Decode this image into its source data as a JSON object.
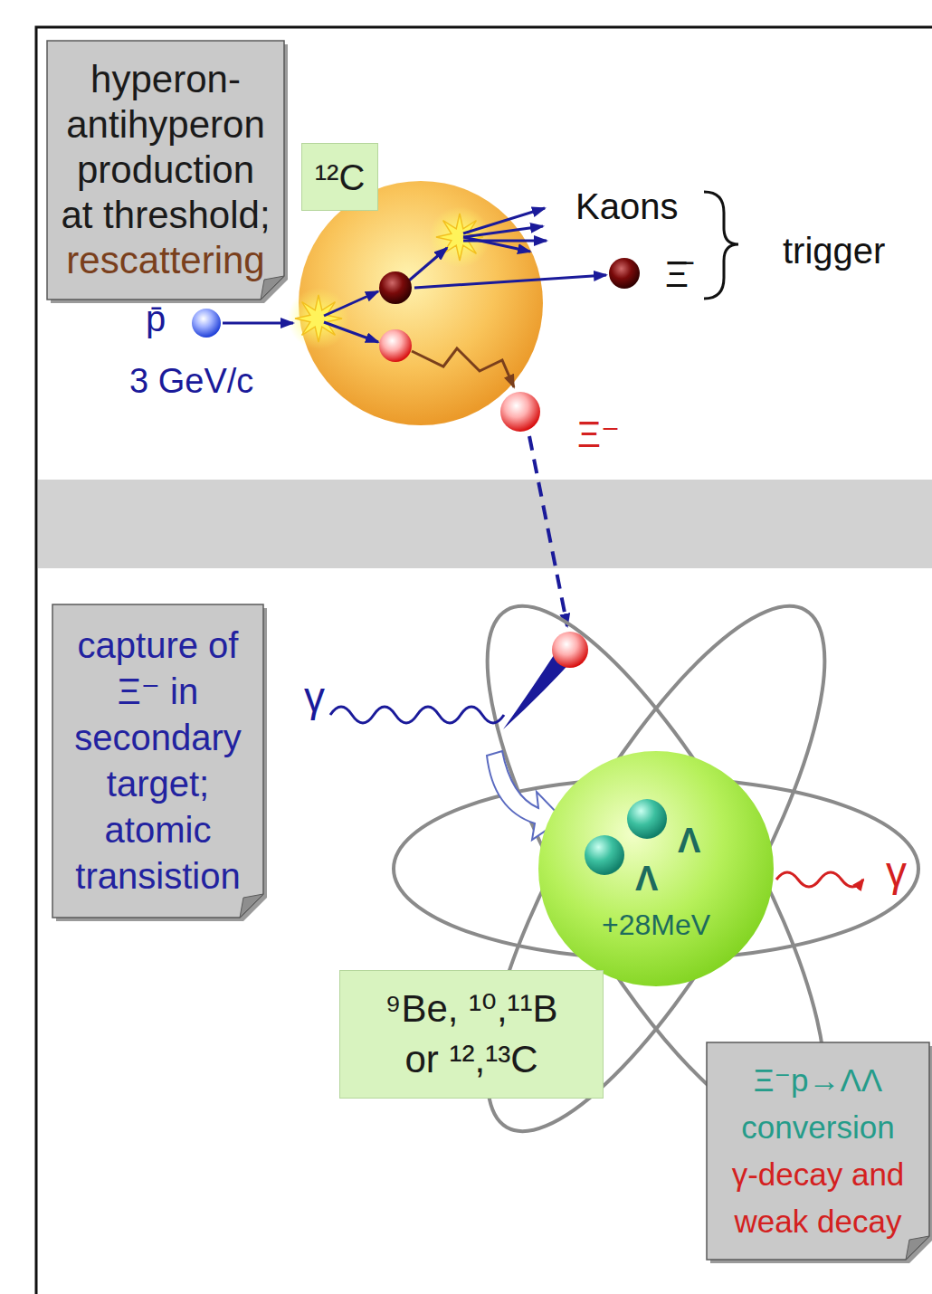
{
  "diagram": {
    "nodes": [
      {
        "text": [
          "hyperon- antihyperon production at threshold;",
          "rescattering"
        ]
      },
      {
        "text": [
          "¹²C"
        ]
      },
      {
        "text": [
          "capture of Ξ⁻ in secondary target; atomic transistion"
        ]
      },
      {
        "text": [
          "Λ",
          "Λ",
          "+28MeV"
        ]
      },
      {
        "text": [
          "⁹Be, ¹⁰,¹¹B or ¹²,¹³C"
        ]
      },
      {
        "text": [
          "Ξ⁻p→ΛΛ conversion",
          "γ-decay and weak decay"
        ]
      }
    ],
    "labels": [
      "p̄",
      "3 GeV/c",
      "Kaons",
      "Ξ̄",
      "trigger",
      "Ξ⁻",
      "γ",
      "γ"
    ]
  }
}
